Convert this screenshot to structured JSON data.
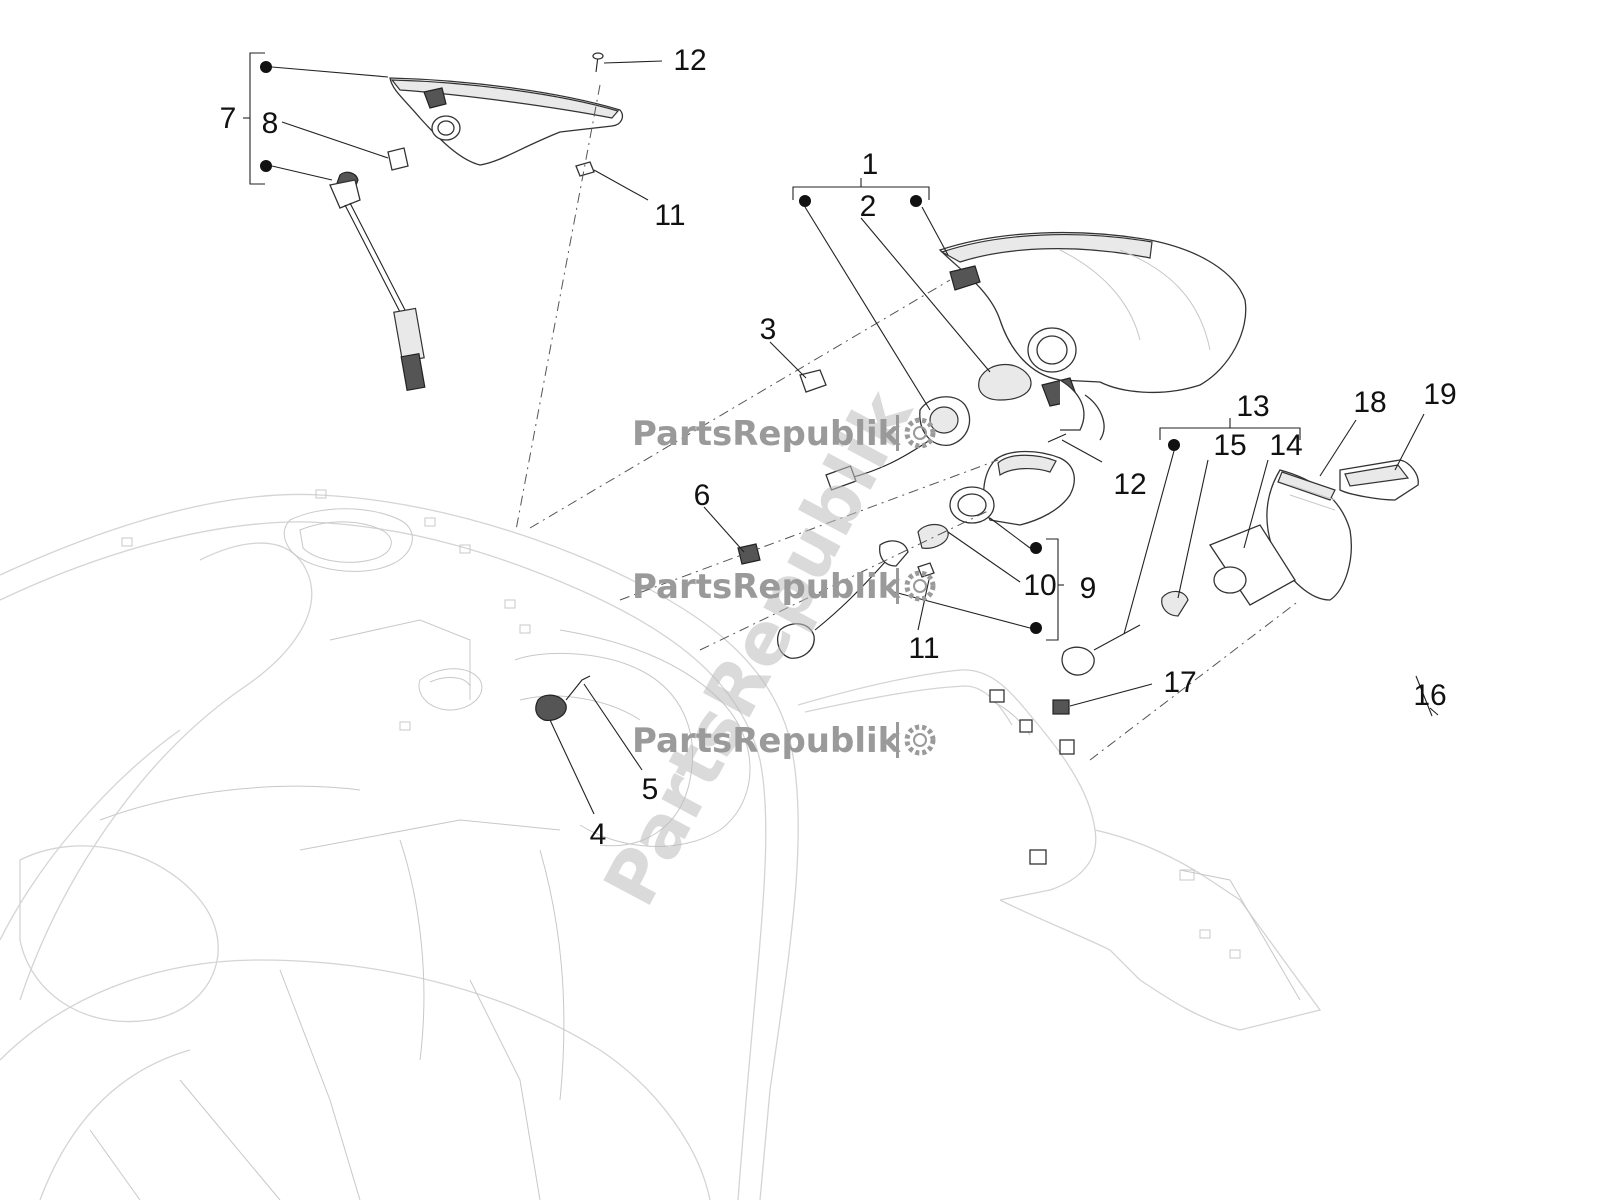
{
  "callouts": {
    "n1": "1",
    "n2": "2",
    "n3": "3",
    "n4": "4",
    "n5": "5",
    "n6": "6",
    "n7": "7",
    "n8": "8",
    "n9": "9",
    "n10": "10",
    "n11a": "11",
    "n11b": "11",
    "n12a": "12",
    "n12b": "12",
    "n13": "13",
    "n14": "14",
    "n15": "15",
    "n16": "16",
    "n17": "17",
    "n18": "18",
    "n19": "19"
  },
  "watermark": {
    "brand": "PartsRepublik"
  },
  "colors": {
    "ink": "#111111",
    "outline": "#d4d4d4",
    "watermark": "#9a9a9a"
  }
}
